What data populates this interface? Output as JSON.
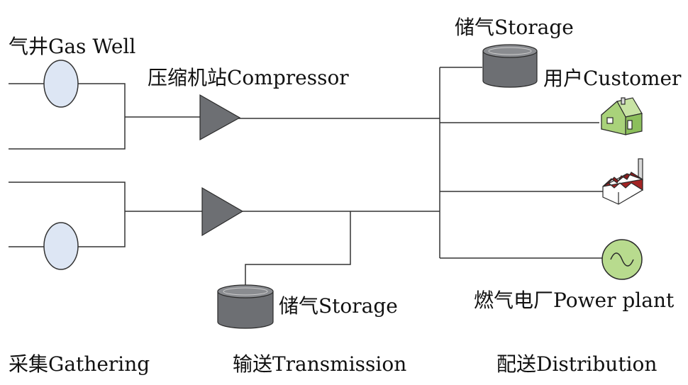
{
  "labels": {
    "gas_well": "气井Gas Well",
    "compressor": "压缩机站Compressor",
    "storage_top": "储气Storage",
    "customer": "用户Customer",
    "storage_bottom": "储气Storage",
    "power_plant": "燃气电厂Power plant",
    "stage_gathering": "采集Gathering",
    "stage_transmission": "输送Transmission",
    "stage_distribution": "配送Distribution"
  },
  "colors": {
    "line": "#333333",
    "well_fill": "#dde6f4",
    "compressor_fill": "#6d6f73",
    "storage_fill": "#6d6f73",
    "house_fill": "#a9d27a",
    "house_roof": "#c8e3a4",
    "factory_roof": "#8a1c1c",
    "factory_wall": "#ffffff",
    "power_fill": "#b8db8e"
  },
  "icons": [
    "gas-well-icon",
    "compressor-icon",
    "storage-tank-icon",
    "house-icon",
    "factory-icon",
    "power-plant-icon"
  ]
}
